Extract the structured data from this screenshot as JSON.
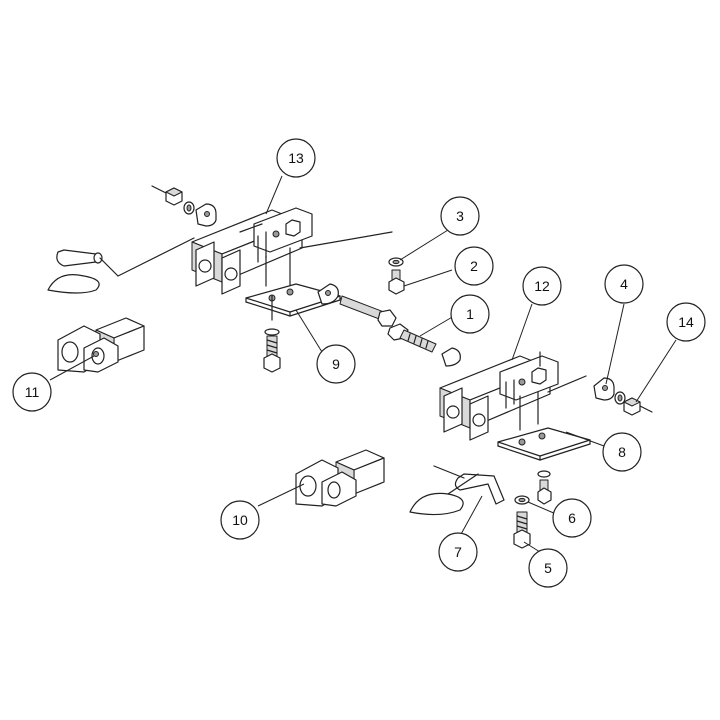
{
  "balloons": [
    {
      "id": "b1",
      "label": "1"
    },
    {
      "id": "b2",
      "label": "2"
    },
    {
      "id": "b3",
      "label": "3"
    },
    {
      "id": "b4",
      "label": "4"
    },
    {
      "id": "b5",
      "label": "5"
    },
    {
      "id": "b6",
      "label": "6"
    },
    {
      "id": "b7",
      "label": "7"
    },
    {
      "id": "b8",
      "label": "8"
    },
    {
      "id": "b9",
      "label": "9"
    },
    {
      "id": "b10",
      "label": "10"
    },
    {
      "id": "b11",
      "label": "11"
    },
    {
      "id": "b12",
      "label": "12"
    },
    {
      "id": "b13",
      "label": "13"
    },
    {
      "id": "b14",
      "label": "14"
    }
  ]
}
